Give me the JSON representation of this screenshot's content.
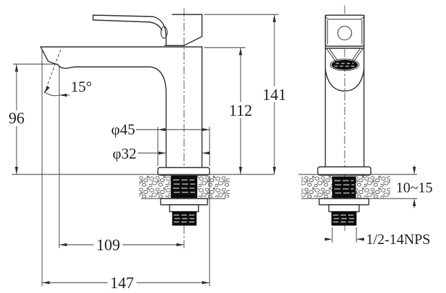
{
  "drawing": {
    "type": "technical-orthographic-drawing",
    "subject": "basin-faucet-two-views",
    "background_color": "#ffffff",
    "line_color": "#2a2a2a",
    "dimensions": {
      "spout_angle": "15°",
      "spout_outlet_height": "96",
      "base_diameter": "φ45",
      "body_diameter": "φ32",
      "body_height": "112",
      "overall_height": "141",
      "spout_reach": "109",
      "overall_length": "147",
      "deck_thickness_range": "10~15",
      "inlet_thread": "1/2-14NPS"
    }
  }
}
